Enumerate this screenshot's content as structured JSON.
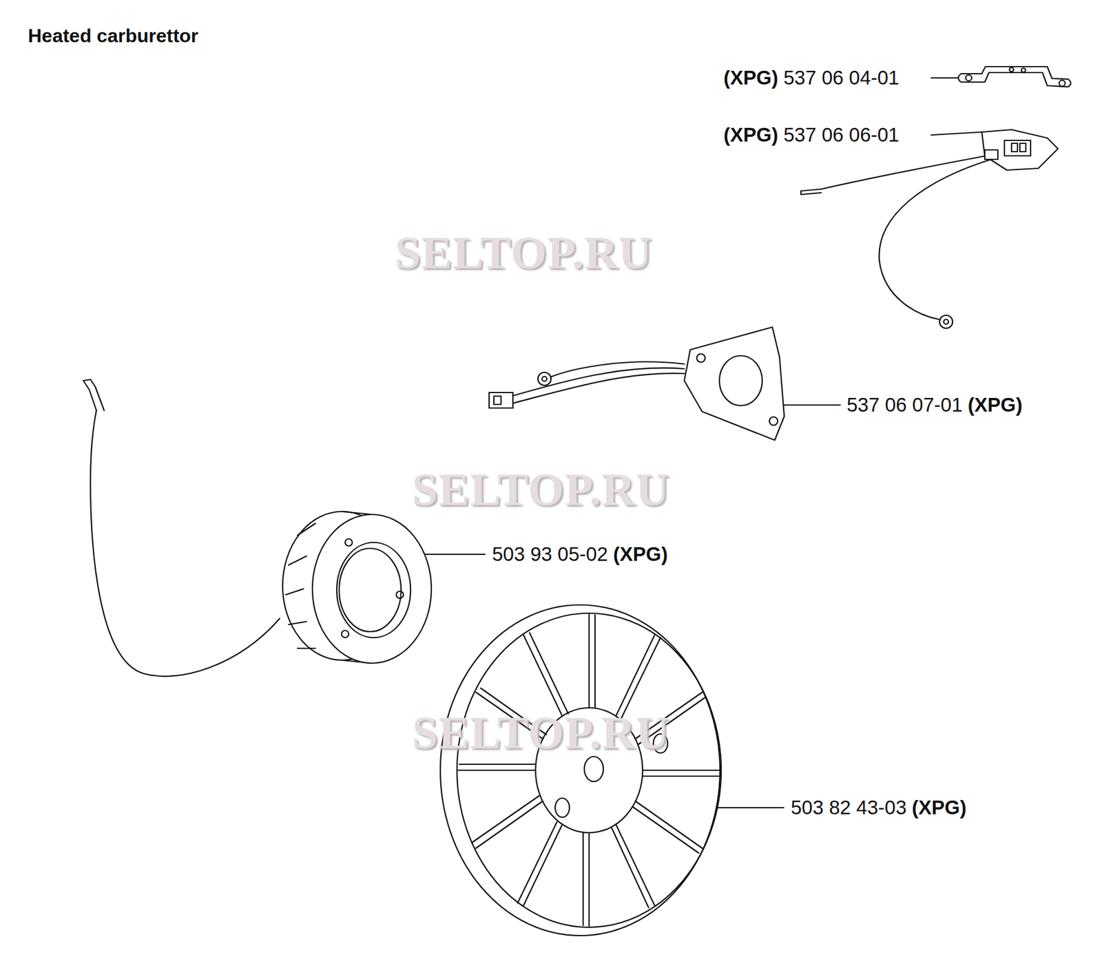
{
  "diagram": {
    "title": "Heated carburettor",
    "labels": [
      "(XPG)",
      "537 06 04-01",
      "(XPG)",
      "537 06 06-01",
      "SELTOP.RU",
      "537 06 07-01",
      "(XPG)",
      "SELTOP.RU",
      "503 93 05-02",
      "(XPG)",
      "SELTOP.RU",
      "503 82 43-03",
      "(XPG)"
    ]
  }
}
